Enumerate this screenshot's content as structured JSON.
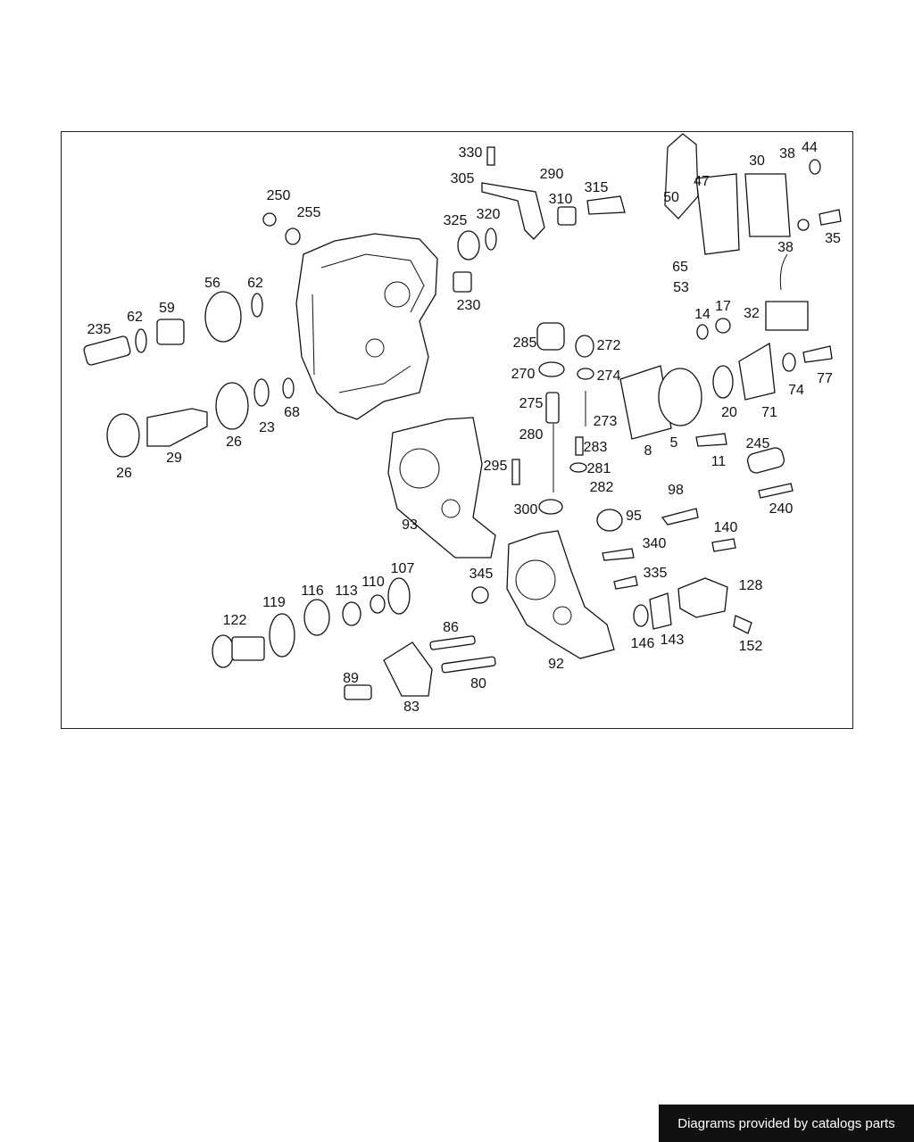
{
  "credit": "Diagrams provided by catalogs parts",
  "parts": [
    "330",
    "290",
    "305",
    "310",
    "315",
    "50",
    "47",
    "30",
    "38",
    "44",
    "250",
    "255",
    "325",
    "320",
    "35",
    "38",
    "65",
    "53",
    "56",
    "62",
    "59",
    "62",
    "230",
    "14",
    "17",
    "32",
    "235",
    "285",
    "272",
    "270",
    "274",
    "71",
    "20",
    "74",
    "77",
    "68",
    "23",
    "26",
    "29",
    "26",
    "275",
    "273",
    "8",
    "5",
    "11",
    "280",
    "283",
    "245",
    "295",
    "281",
    "282",
    "93",
    "98",
    "240",
    "300",
    "95",
    "140",
    "340",
    "335",
    "107",
    "110",
    "113",
    "116",
    "119",
    "122",
    "345",
    "128",
    "146",
    "143",
    "86",
    "152",
    "92",
    "80",
    "89",
    "83"
  ]
}
